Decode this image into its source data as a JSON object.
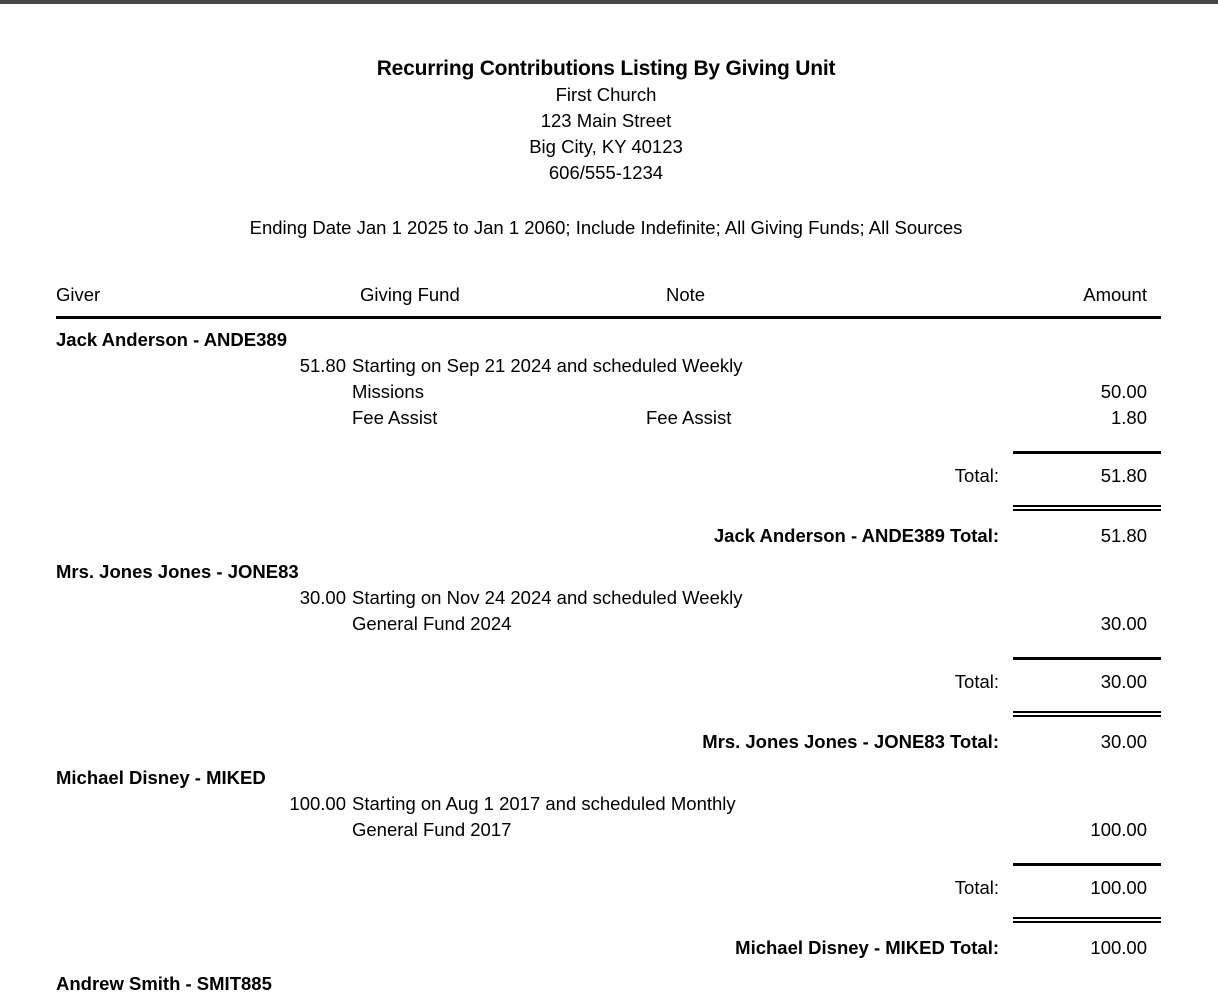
{
  "report": {
    "title": "Recurring Contributions Listing By Giving Unit",
    "org_name": "First Church",
    "address_line": "123 Main Street",
    "city_state_zip": "Big City, KY  40123",
    "phone": "606/555-1234",
    "filter_line": "Ending Date Jan 1 2025 to Jan 1 2060; Include Indefinite; All Giving Funds; All Sources"
  },
  "columns": {
    "giver": "Giver",
    "giving_fund": "Giving Fund",
    "note": "Note",
    "amount": "Amount"
  },
  "labels": {
    "total": "Total:"
  },
  "groups": [
    {
      "giver": "Jack Anderson - ANDE389",
      "schedule_amount": "51.80",
      "schedule_text": "Starting on Sep 21 2024 and scheduled Weekly",
      "lines": [
        {
          "fund": "Missions",
          "note": "",
          "amount": "50.00"
        },
        {
          "fund": "Fee Assist",
          "note": "Fee Assist",
          "amount": "1.80"
        }
      ],
      "subtotal": "51.80",
      "group_total_label": "Jack Anderson - ANDE389 Total:",
      "group_total": "51.80"
    },
    {
      "giver": "Mrs. Jones Jones - JONE83",
      "schedule_amount": "30.00",
      "schedule_text": "Starting on Nov 24 2024 and scheduled Weekly",
      "lines": [
        {
          "fund": "General Fund 2024",
          "note": "",
          "amount": "30.00"
        }
      ],
      "subtotal": "30.00",
      "group_total_label": "Mrs. Jones Jones - JONE83 Total:",
      "group_total": "30.00"
    },
    {
      "giver": "Michael Disney - MIKED",
      "schedule_amount": "100.00",
      "schedule_text": "Starting on Aug 1 2017 and scheduled Monthly",
      "lines": [
        {
          "fund": "General Fund 2017",
          "note": "",
          "amount": "100.00"
        }
      ],
      "subtotal": "100.00",
      "group_total_label": "Michael Disney - MIKED Total:",
      "group_total": "100.00"
    },
    {
      "giver": "Andrew Smith - SMIT885",
      "schedule_amount": "",
      "schedule_text": "",
      "lines": [],
      "subtotal": "",
      "group_total_label": "",
      "group_total": ""
    }
  ]
}
